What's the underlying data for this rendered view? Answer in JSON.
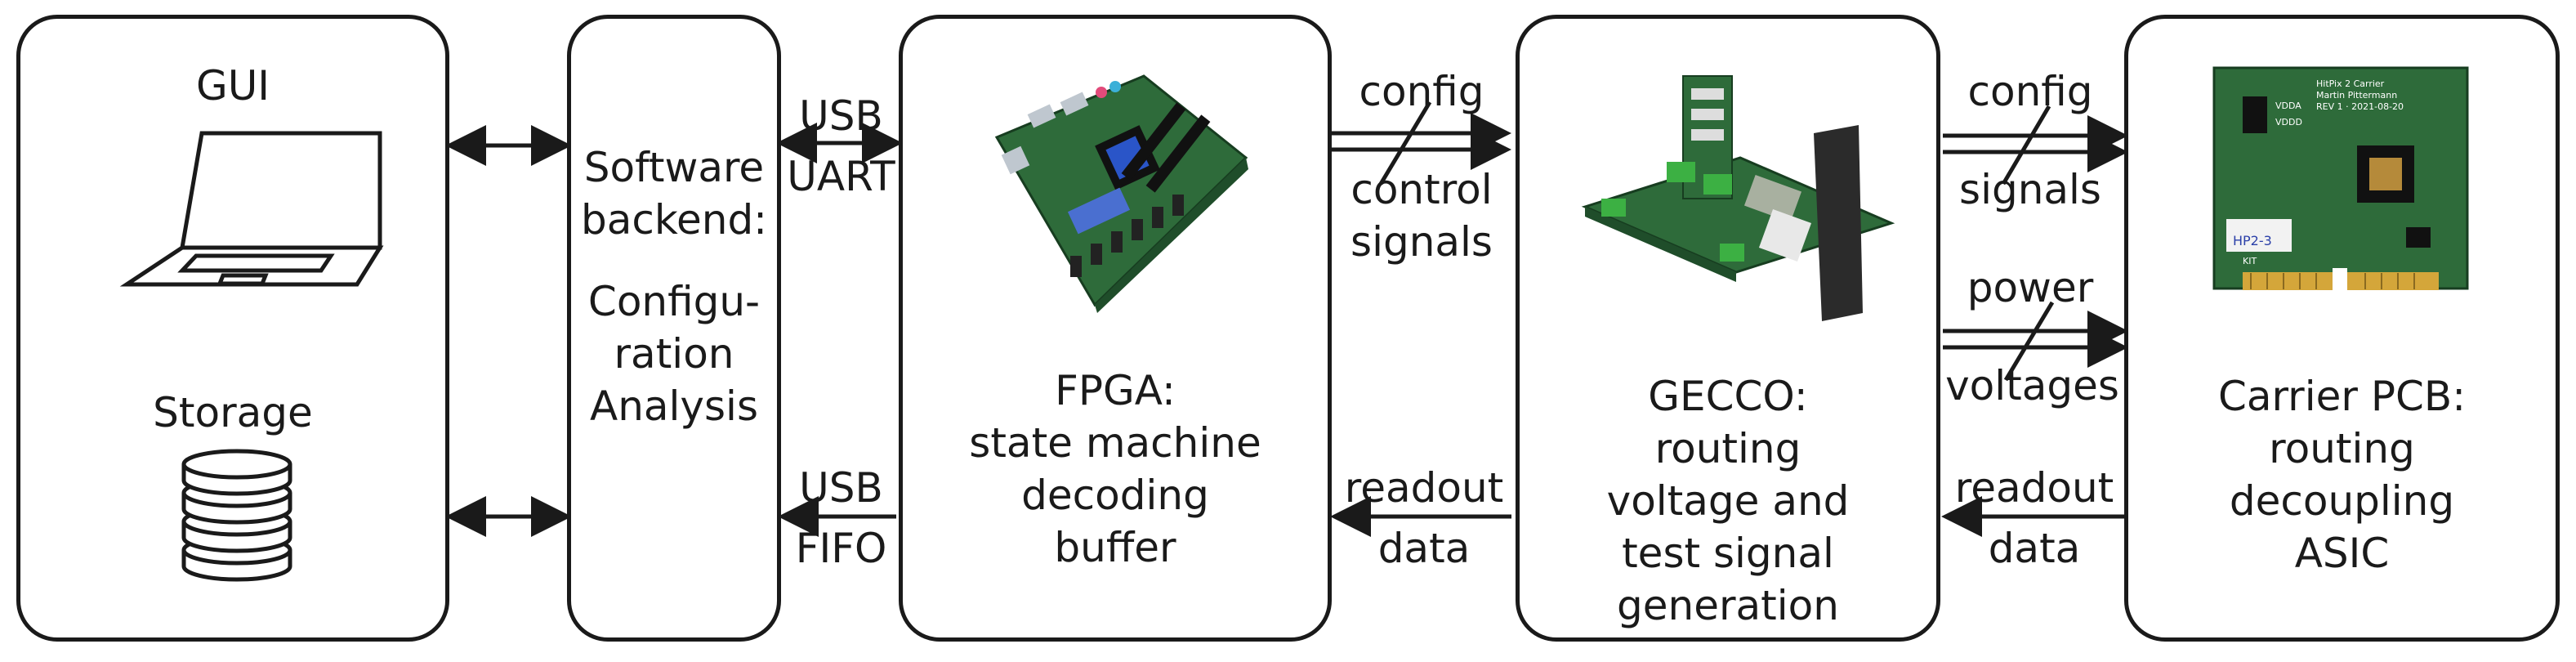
{
  "left_panel": {
    "gui_label": "GUI",
    "storage_label": "Storage",
    "icons": [
      "laptop-icon",
      "database-icon"
    ]
  },
  "software": {
    "lines": [
      "Software",
      "backend:",
      "",
      "Configu-",
      "ration",
      "Analysis"
    ]
  },
  "links": {
    "usb_uart": [
      "USB",
      "UART"
    ],
    "usb_fifo": [
      "USB",
      "FIFO"
    ],
    "fpga_config": "config",
    "fpga_control": [
      "control",
      "signals"
    ],
    "gecco_readout": [
      "readout",
      "data"
    ],
    "carrier_config": "config",
    "carrier_signals": "signals",
    "power_lines": [
      "power",
      "voltages"
    ],
    "carrier_readout": [
      "readout",
      "data"
    ]
  },
  "fpga": {
    "lines": [
      "FPGA:",
      "state machine",
      "decoding",
      "buffer"
    ]
  },
  "gecco": {
    "lines": [
      "GECCO:",
      "routing",
      "voltage and",
      "test signal",
      "generation"
    ]
  },
  "carrier": {
    "lines": [
      "Carrier PCB:",
      "routing",
      "decoupling",
      "ASIC"
    ],
    "photo_text": [
      "HitPix 2 Carrier",
      "Martin Pittermann",
      "REV 1 · 2021-08-20",
      "VDDA",
      "VDDD",
      "HP2-3",
      "KIT"
    ]
  },
  "colors": {
    "stroke": "#1a1a1a",
    "pcb_green": "#2e6b3a",
    "pcb_dark": "#1f4d2a",
    "connector": "#3cb043"
  }
}
